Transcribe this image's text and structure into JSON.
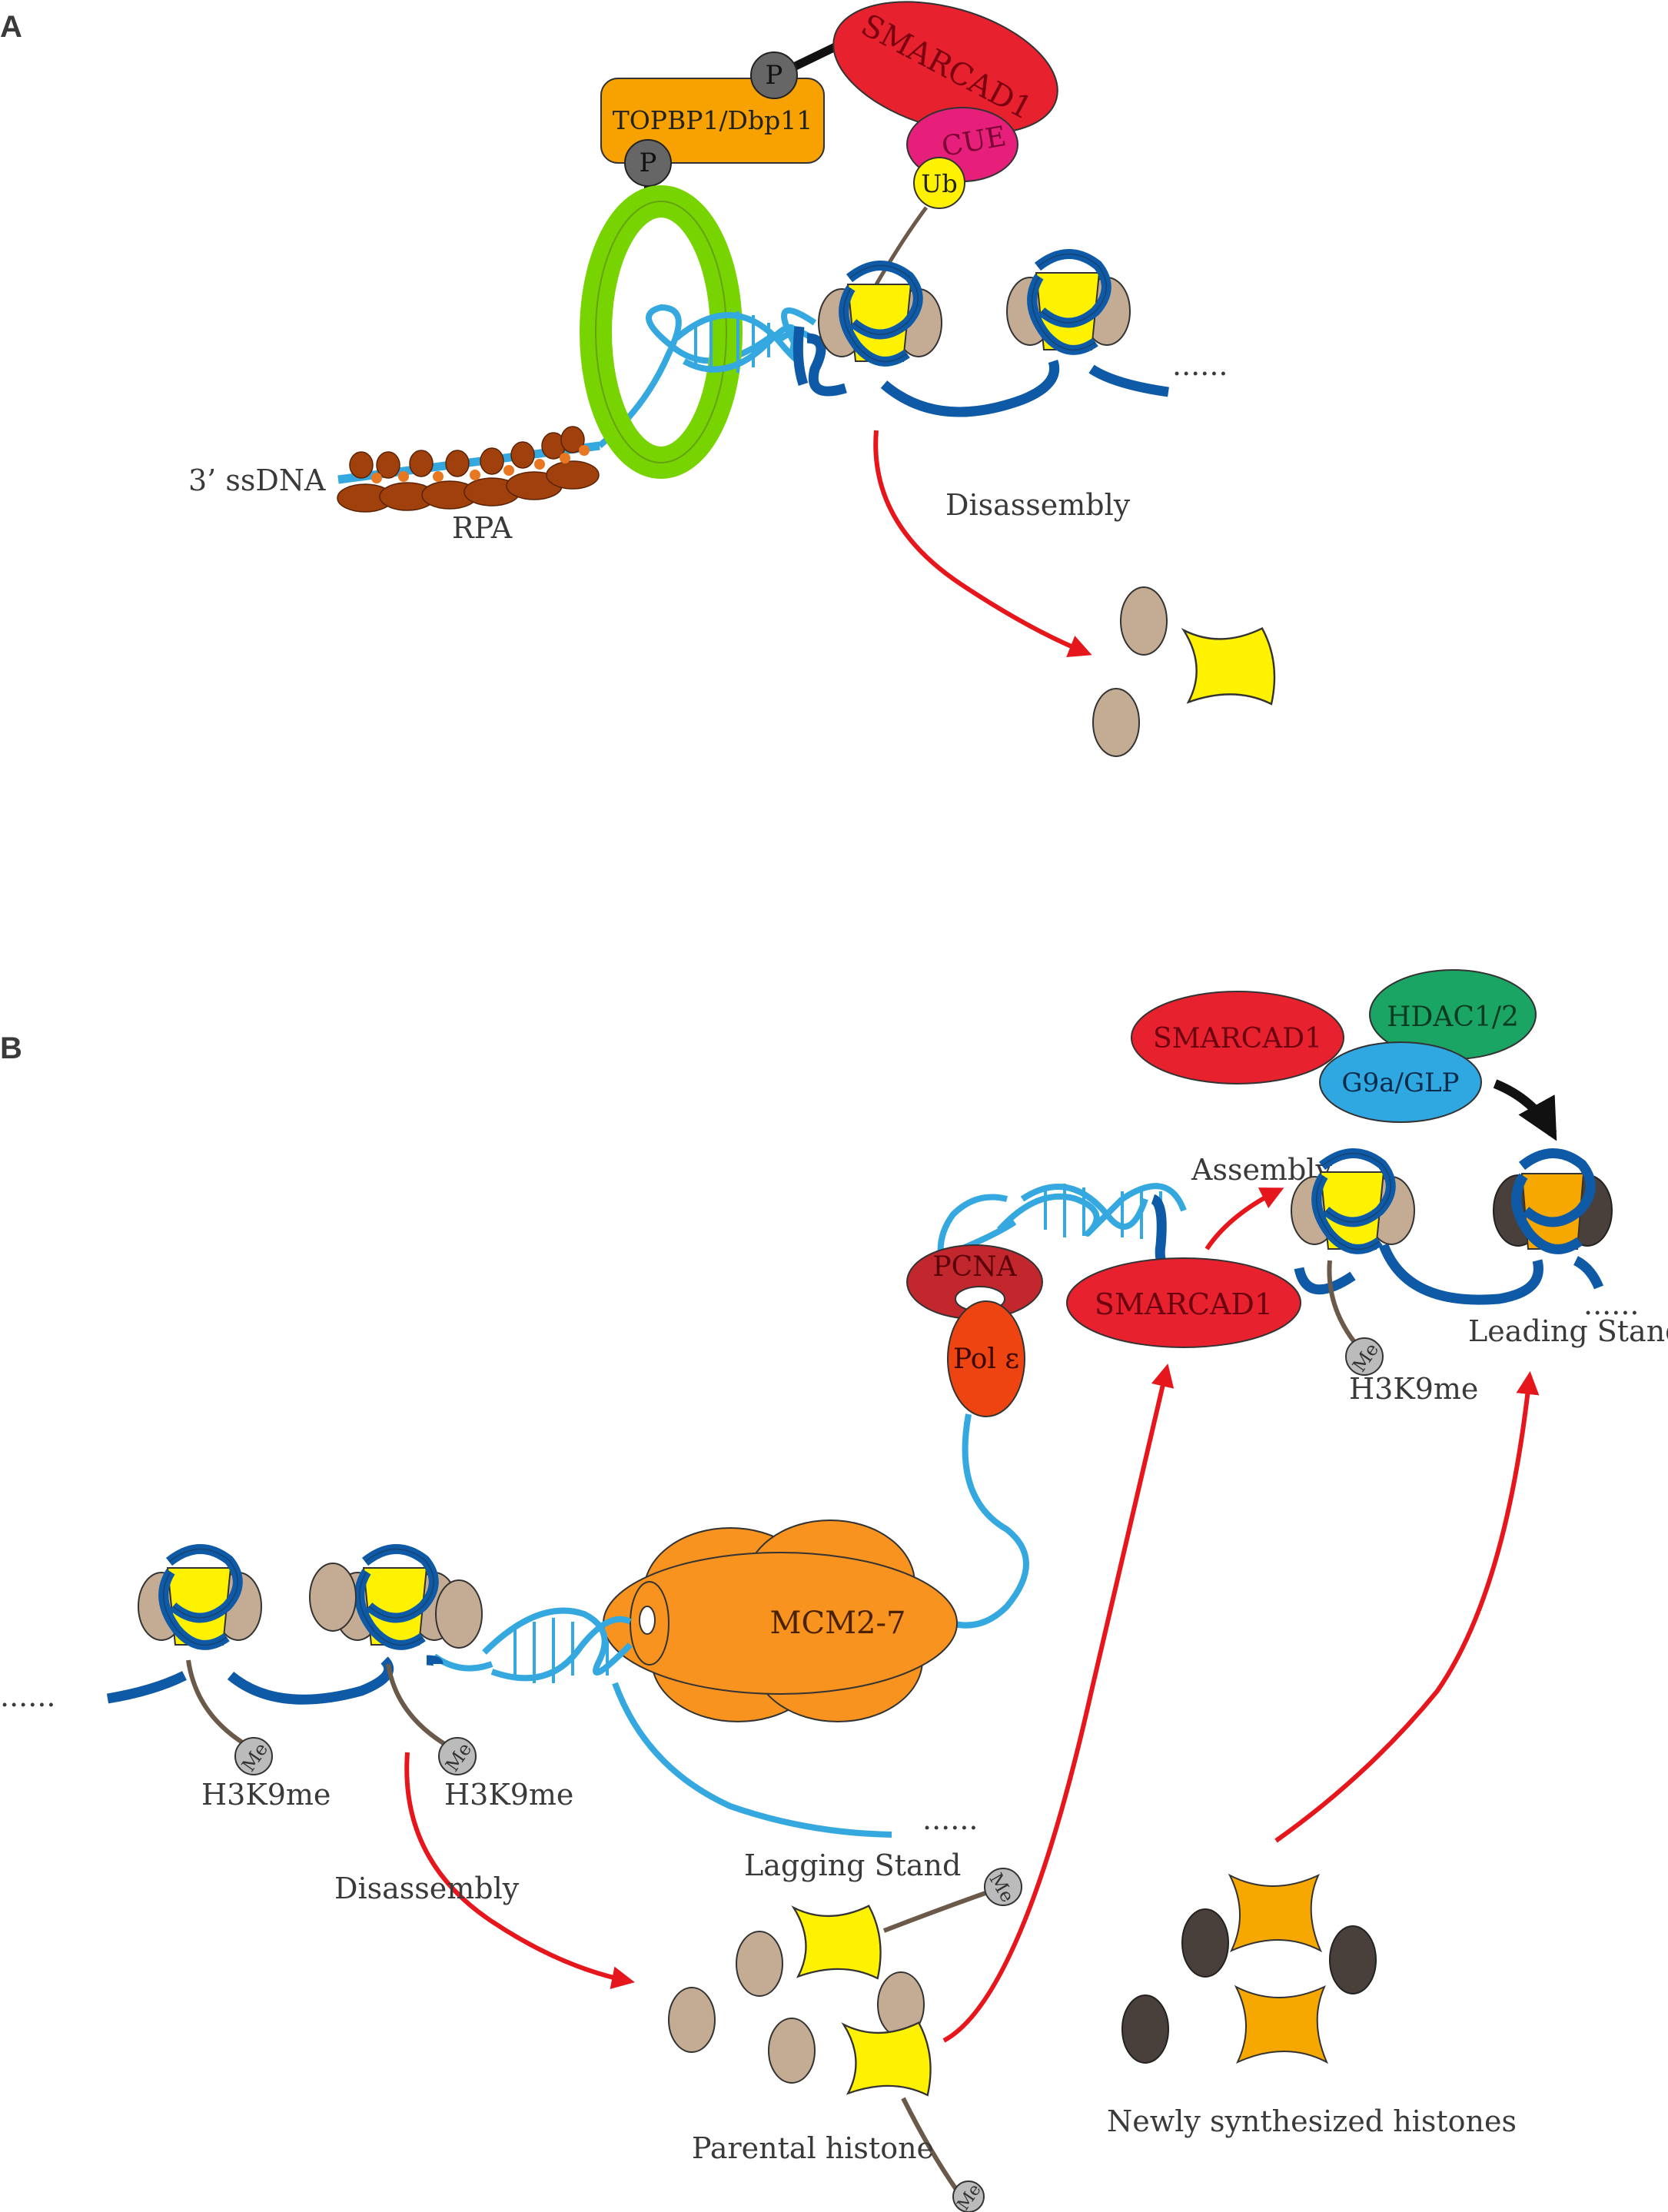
{
  "panels": {
    "a": "A",
    "b": "B"
  },
  "panel_a": {
    "smarcad1": "SMARCAD1",
    "cue": "CUE",
    "ub": "Ub",
    "topbp1": "TOPBP1/Dbp11",
    "phospho_top": "P",
    "phospho_ring": "P",
    "ssdna": "3’ ssDNA",
    "rpa": "RPA",
    "disassembly": "Disassembly",
    "ellipsis": "......"
  },
  "panel_b": {
    "smarcad1_complex": "SMARCAD1",
    "hdac": "HDAC1/2",
    "g9a": "G9a/GLP",
    "assembly": "Assembly",
    "pcna": "PCNA",
    "pol": "Pol ε",
    "smarcad1_fork": "SMARCAD1",
    "leading": "Leading  Stand",
    "leading_dots": "......",
    "h3k9me_right": "H3K9me",
    "mcm": "MCM2-7",
    "left_dots": "......",
    "h3k9me_left1": "H3K9me",
    "h3k9me_left2": "H3K9me",
    "lagging": "Lagging Stand",
    "lagging_dots": "......",
    "disassembly": "Disassembly",
    "parental": "Parental histone",
    "newly": "Newly synthesized histones",
    "me_marks": [
      "Me",
      "Me",
      "Me",
      "Me",
      "Me"
    ]
  },
  "colors": {
    "smarcad1": "#e8212e",
    "cue": "#e6207a",
    "ub": "#fff200",
    "topbp1": "#f7a200",
    "pcna_ring": "#78d400",
    "rpa": "#a0410d",
    "dna_dark": "#0e5aa7",
    "dna_light": "#35a8e0",
    "histone_tan": "#c4ac94",
    "histone_yellow": "#fff200",
    "new_histone": "#f7a800",
    "new_histone_dark": "#4a403b",
    "hdac": "#1aa564",
    "g9a": "#2fa7e0",
    "pcna_b": "#c1272d",
    "pol_e": "#ee4411",
    "mcm": "#f7931e",
    "arrow_red": "#e6161d"
  }
}
